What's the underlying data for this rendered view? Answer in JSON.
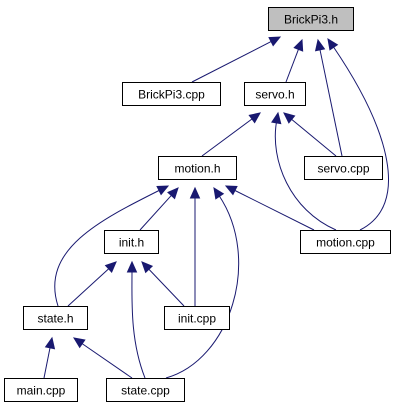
{
  "diagram": {
    "nodes": [
      {
        "id": "brickpi3_h",
        "label": "BrickPi3.h",
        "highlighted": true
      },
      {
        "id": "brickpi3_cpp",
        "label": "BrickPi3.cpp"
      },
      {
        "id": "servo_h",
        "label": "servo.h"
      },
      {
        "id": "servo_cpp",
        "label": "servo.cpp"
      },
      {
        "id": "motion_h",
        "label": "motion.h"
      },
      {
        "id": "motion_cpp",
        "label": "motion.cpp"
      },
      {
        "id": "init_h",
        "label": "init.h"
      },
      {
        "id": "init_cpp",
        "label": "init.cpp"
      },
      {
        "id": "state_h",
        "label": "state.h"
      },
      {
        "id": "main_cpp",
        "label": "main.cpp"
      },
      {
        "id": "state_cpp",
        "label": "state.cpp"
      }
    ],
    "edges": [
      {
        "from": "brickpi3_cpp",
        "to": "brickpi3_h"
      },
      {
        "from": "servo_h",
        "to": "brickpi3_h"
      },
      {
        "from": "servo_cpp",
        "to": "brickpi3_h"
      },
      {
        "from": "motion_cpp",
        "to": "brickpi3_h"
      },
      {
        "from": "motion_h",
        "to": "servo_h"
      },
      {
        "from": "servo_cpp",
        "to": "servo_h"
      },
      {
        "from": "motion_cpp",
        "to": "servo_h"
      },
      {
        "from": "init_h",
        "to": "motion_h"
      },
      {
        "from": "state_h",
        "to": "motion_h"
      },
      {
        "from": "init_cpp",
        "to": "motion_h"
      },
      {
        "from": "motion_cpp",
        "to": "motion_h"
      },
      {
        "from": "state_cpp",
        "to": "motion_h"
      },
      {
        "from": "state_h",
        "to": "init_h"
      },
      {
        "from": "init_cpp",
        "to": "init_h"
      },
      {
        "from": "state_cpp",
        "to": "init_h"
      },
      {
        "from": "main_cpp",
        "to": "state_h"
      },
      {
        "from": "state_cpp",
        "to": "state_h"
      }
    ],
    "colors": {
      "edge": "#191970",
      "node_fill": "#ffffff",
      "highlight_fill": "#bfbfbf",
      "border": "#000000"
    }
  }
}
